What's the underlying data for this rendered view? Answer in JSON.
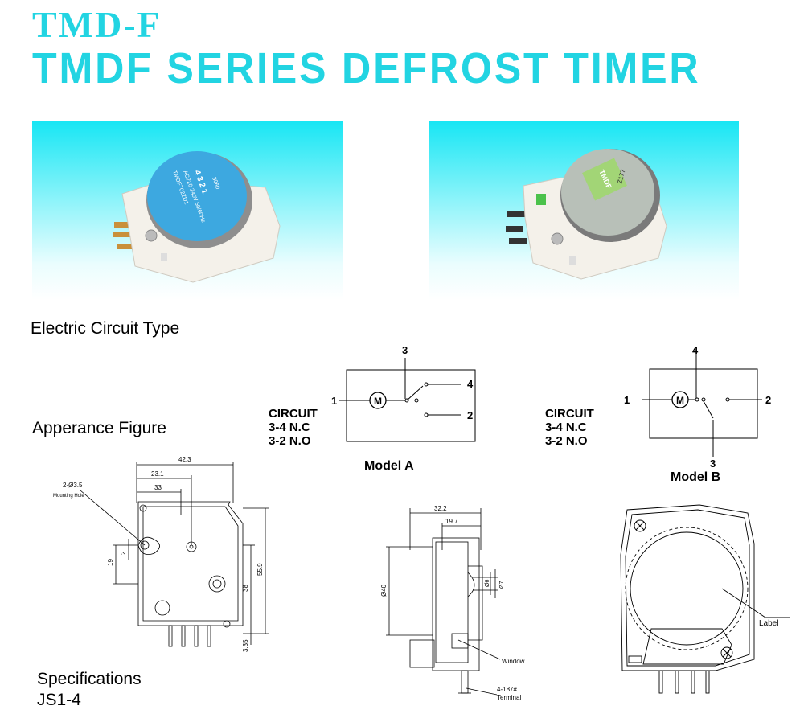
{
  "header": {
    "model": "TMD-F",
    "title": "TMDF SERIES DEFROST TIMER"
  },
  "photos": {
    "left": {
      "dial_text": [
        "4 3 2 1",
        "AC220-240V 50/60Hz",
        "TMDF702ZD1",
        "3060"
      ]
    },
    "right": {
      "dial_text": [
        "TMDF",
        "Z177"
      ]
    }
  },
  "sections": {
    "circuit_type": "Electric Circuit Type",
    "appearance": "Apperance Figure",
    "specifications": "Specifications",
    "spec_code": "JS1-4"
  },
  "circuit_a": {
    "lines": [
      "CIRCUIT",
      "3-4 N.C",
      "3-2 N.O"
    ],
    "caption": "Model A",
    "motor": "M",
    "terminals": {
      "t1": "1",
      "t2": "2",
      "t3": "3",
      "t4": "4"
    }
  },
  "circuit_b": {
    "lines": [
      "CIRCUIT",
      "3-4 N.C",
      "3-2 N.O"
    ],
    "caption": "Model B",
    "motor": "M",
    "terminals": {
      "t1": "1",
      "t2": "2",
      "t3": "3",
      "t4": "4"
    }
  },
  "drawing_front": {
    "dims": {
      "w1": "42.3",
      "w2": "23.1",
      "w3": "33",
      "h1": "19",
      "h2": "2",
      "h3": "38",
      "h4": "55.9",
      "h5": "3.35"
    },
    "hole_label": "2-Ø3.5",
    "hole_label2": "Mounting Hole"
  },
  "drawing_side": {
    "dims": {
      "w1": "32.2",
      "w2": "19.7",
      "h1": "Ø40",
      "d1": "Ø6",
      "d2": "Ø7"
    },
    "window": "Window",
    "terminal1": "4-187#",
    "terminal2": "Terminal"
  },
  "drawing_back": {
    "label": "Label"
  }
}
